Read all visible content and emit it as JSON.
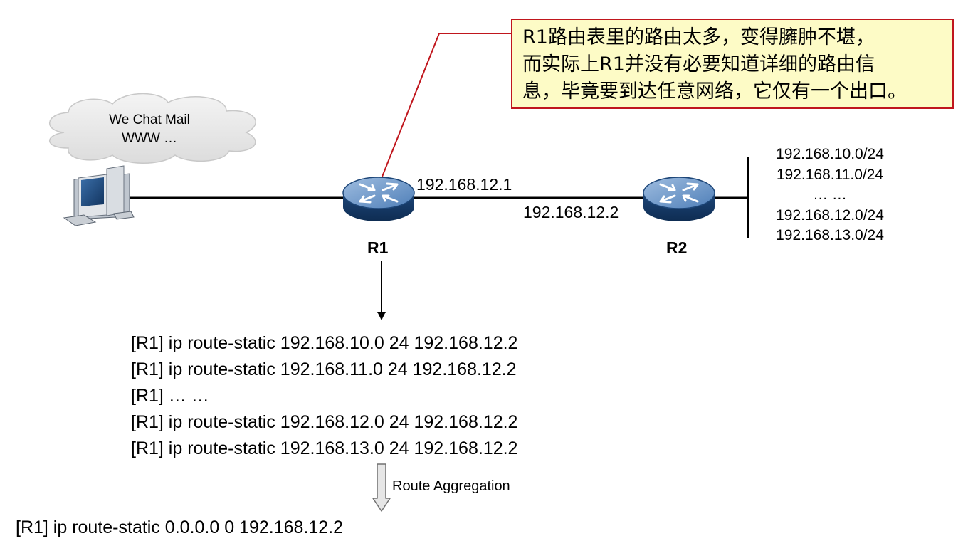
{
  "callout": {
    "lines": [
      "R1路由表里的路由太多，变得臃肿不堪，",
      "而实际上R1并没有必要知道详细的路由信",
      "息，毕竟要到达任意网络，它仅有一个出口。"
    ]
  },
  "cloud": {
    "line1": "We Chat  Mail",
    "line2": "WWW …"
  },
  "routers": {
    "r1_label": "R1",
    "r2_label": "R2"
  },
  "link": {
    "r1_ip": "192.168.12.1",
    "r2_ip": "192.168.12.2"
  },
  "subnets": [
    "192.168.10.0/24",
    "192.168.11.0/24",
    "… …",
    "192.168.12.0/24",
    "192.168.13.0/24"
  ],
  "commands": [
    "[R1] ip route-static 192.168.10.0 24 192.168.12.2",
    "[R1] ip route-static 192.168.11.0 24 192.168.12.2",
    "[R1] …   …",
    "[R1] ip route-static 192.168.12.0 24 192.168.12.2",
    "[R1] ip route-static 192.168.13.0 24 192.168.12.2"
  ],
  "aggregation_label": "Route Aggregation",
  "summary_command": "[R1] ip route-static 0.0.0.0 0 192.168.12.2",
  "colors": {
    "callout_bg": "#fdfbc6",
    "callout_border": "#c0161d",
    "router_blue": "#2d5d94"
  }
}
